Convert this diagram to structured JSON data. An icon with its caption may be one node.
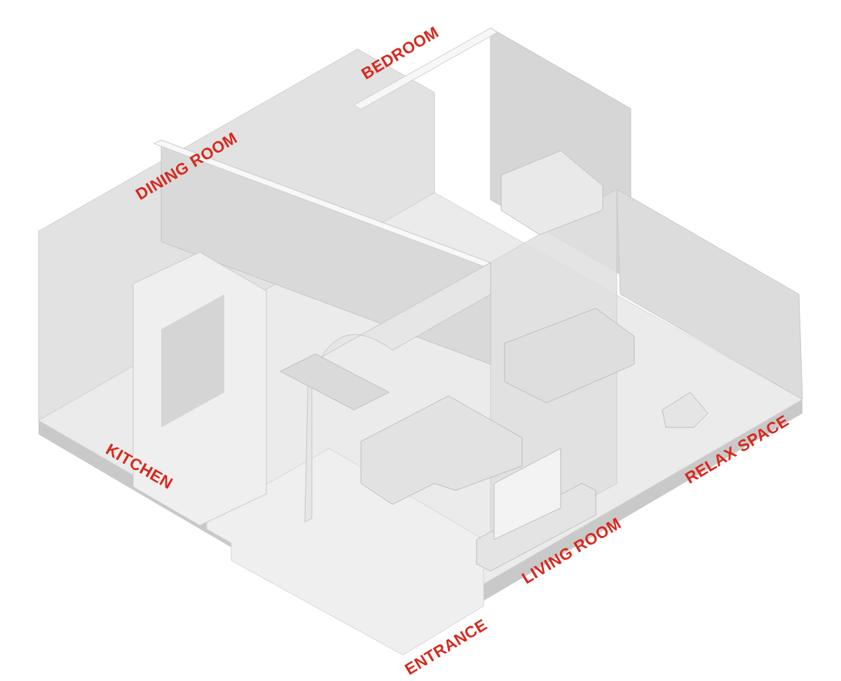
{
  "diagram": {
    "labels": [
      "BEDROOM",
      "DINING ROOM",
      "KITCHEN",
      "RELAX SPACE",
      "LIVING ROOM",
      "ENTRANCE"
    ]
  }
}
